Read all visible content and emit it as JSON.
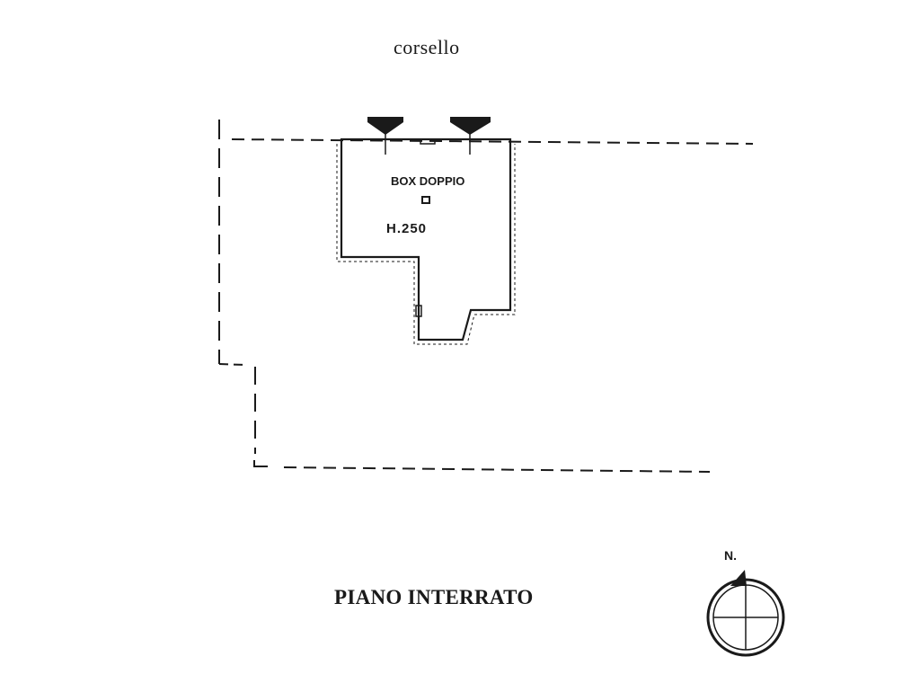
{
  "labels": {
    "corridor": "corsello",
    "unit_name": "BOX DOPPIO",
    "ceiling_height": "H.250",
    "floor_name": "PIANO INTERRATO",
    "north": "N."
  },
  "icons": {
    "entrance_arrow": "down-arrow-icon",
    "compass": "compass-icon",
    "ceiling_symbol": "small-square-icon"
  },
  "colors": {
    "ink": "#1a1a1a",
    "background": "#ffffff"
  }
}
